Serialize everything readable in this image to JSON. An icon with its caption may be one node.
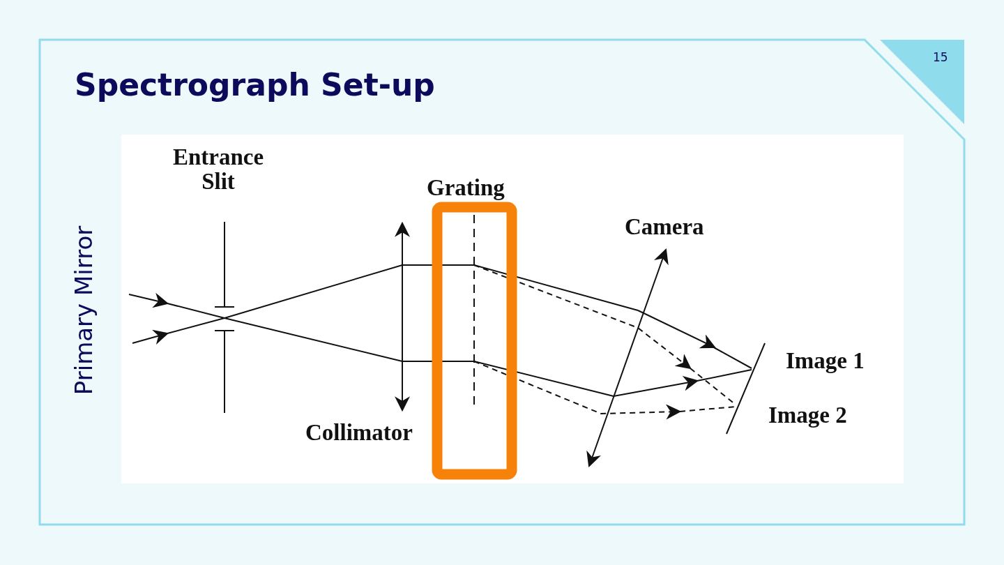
{
  "diagram": {
    "title": "Spectrograph Set-up",
    "labels": [
      "15",
      "Primary Mirror",
      "Entrance Slit",
      "Grating",
      "Camera",
      "Collimator",
      "Image 1",
      "Image 2"
    ]
  }
}
